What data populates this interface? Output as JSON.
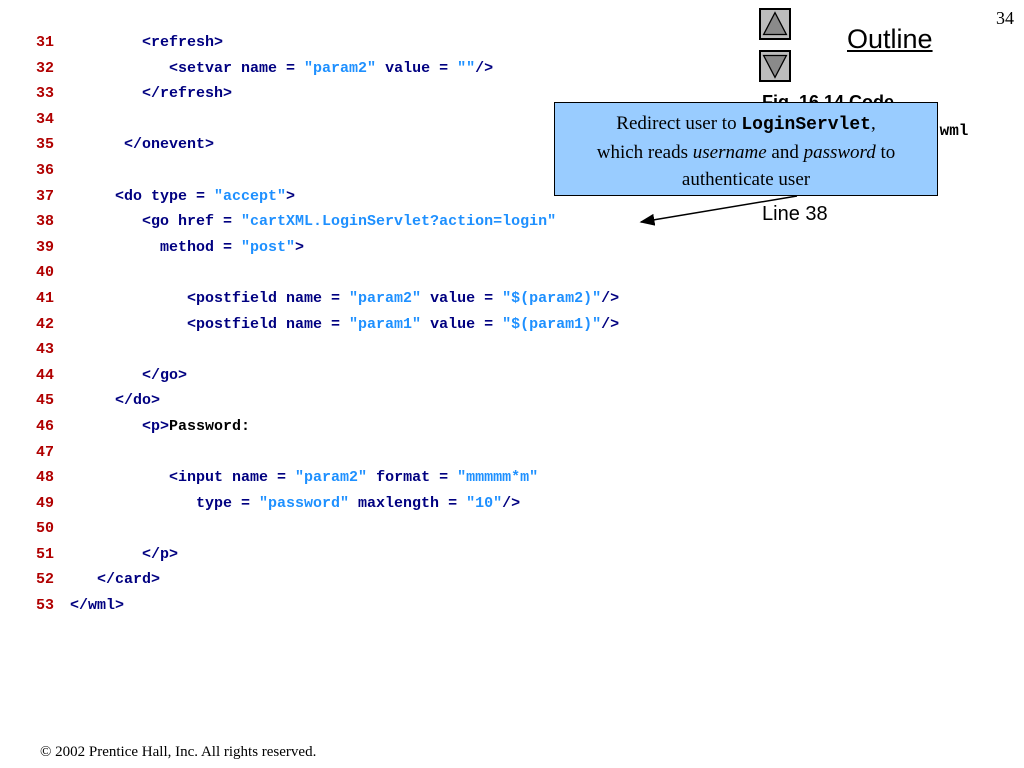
{
  "page_number": "34",
  "outline": {
    "label": "Outline",
    "up_icon": "triangle-up-icon",
    "down_icon": "triangle-down-icon"
  },
  "figure": {
    "caption": "Fig. 16.14 Code",
    "file": ".wml",
    "line_ref": "Line 38"
  },
  "callout": {
    "part1": "Redirect  user to ",
    "mono": "LoginServlet",
    "part2": ",",
    "part3": "which reads ",
    "em1": "username",
    "part4": " and ",
    "em2": "password",
    "part5": " to",
    "line3": "authenticate user"
  },
  "code_lines": [
    {
      "n": "31",
      "segs": [
        {
          "t": "        <refresh>",
          "c": "txt"
        }
      ]
    },
    {
      "n": "32",
      "segs": [
        {
          "t": "           <setvar name = ",
          "c": "txt"
        },
        {
          "t": "\"param2\"",
          "c": "attr-val"
        },
        {
          "t": " value = ",
          "c": "txt"
        },
        {
          "t": "\"\"",
          "c": "attr-val"
        },
        {
          "t": "/>",
          "c": "txt"
        }
      ]
    },
    {
      "n": "33",
      "segs": [
        {
          "t": "        </refresh>",
          "c": "txt"
        }
      ]
    },
    {
      "n": "34",
      "segs": []
    },
    {
      "n": "35",
      "segs": [
        {
          "t": "      </onevent>",
          "c": "txt"
        }
      ]
    },
    {
      "n": "36",
      "segs": []
    },
    {
      "n": "37",
      "segs": [
        {
          "t": "     <do type = ",
          "c": "txt"
        },
        {
          "t": "\"accept\"",
          "c": "attr-val"
        },
        {
          "t": ">",
          "c": "txt"
        }
      ]
    },
    {
      "n": "38",
      "segs": [
        {
          "t": "        <go href = ",
          "c": "txt"
        },
        {
          "t": "\"cartXML.LoginServlet?action=login\"",
          "c": "attr-val"
        }
      ]
    },
    {
      "n": "39",
      "segs": [
        {
          "t": "          method = ",
          "c": "txt"
        },
        {
          "t": "\"post\"",
          "c": "attr-val"
        },
        {
          "t": ">",
          "c": "txt"
        }
      ]
    },
    {
      "n": "40",
      "segs": []
    },
    {
      "n": "41",
      "segs": [
        {
          "t": "             <postfield name = ",
          "c": "txt"
        },
        {
          "t": "\"param2\"",
          "c": "attr-val"
        },
        {
          "t": " value = ",
          "c": "txt"
        },
        {
          "t": "\"$(param2)\"",
          "c": "attr-val"
        },
        {
          "t": "/>",
          "c": "txt"
        }
      ]
    },
    {
      "n": "42",
      "segs": [
        {
          "t": "             <postfield name = ",
          "c": "txt"
        },
        {
          "t": "\"param1\"",
          "c": "attr-val"
        },
        {
          "t": " value = ",
          "c": "txt"
        },
        {
          "t": "\"$(param1)\"",
          "c": "attr-val"
        },
        {
          "t": "/>",
          "c": "txt"
        }
      ]
    },
    {
      "n": "43",
      "segs": []
    },
    {
      "n": "44",
      "segs": [
        {
          "t": "        </go>",
          "c": "txt"
        }
      ]
    },
    {
      "n": "45",
      "segs": [
        {
          "t": "     </do>",
          "c": "txt"
        }
      ]
    },
    {
      "n": "46",
      "segs": [
        {
          "t": "        <p>",
          "c": "txt"
        },
        {
          "t": "Password:",
          "c": "plain"
        }
      ]
    },
    {
      "n": "47",
      "segs": []
    },
    {
      "n": "48",
      "segs": [
        {
          "t": "           <input name = ",
          "c": "txt"
        },
        {
          "t": "\"param2\"",
          "c": "attr-val"
        },
        {
          "t": " format = ",
          "c": "txt"
        },
        {
          "t": "\"mmmmm*m\"",
          "c": "attr-val"
        }
      ]
    },
    {
      "n": "49",
      "segs": [
        {
          "t": "              type = ",
          "c": "txt"
        },
        {
          "t": "\"password\"",
          "c": "attr-val"
        },
        {
          "t": " maxlength = ",
          "c": "txt"
        },
        {
          "t": "\"10\"",
          "c": "attr-val"
        },
        {
          "t": "/>",
          "c": "txt"
        }
      ]
    },
    {
      "n": "50",
      "segs": []
    },
    {
      "n": "51",
      "segs": [
        {
          "t": "        </p>",
          "c": "txt"
        }
      ]
    },
    {
      "n": "52",
      "segs": [
        {
          "t": "   </card>",
          "c": "txt"
        }
      ]
    },
    {
      "n": "53",
      "segs": [
        {
          "t": "</wml>",
          "c": "txt"
        }
      ]
    }
  ],
  "footer": "© 2002 Prentice Hall, Inc.  All rights reserved."
}
